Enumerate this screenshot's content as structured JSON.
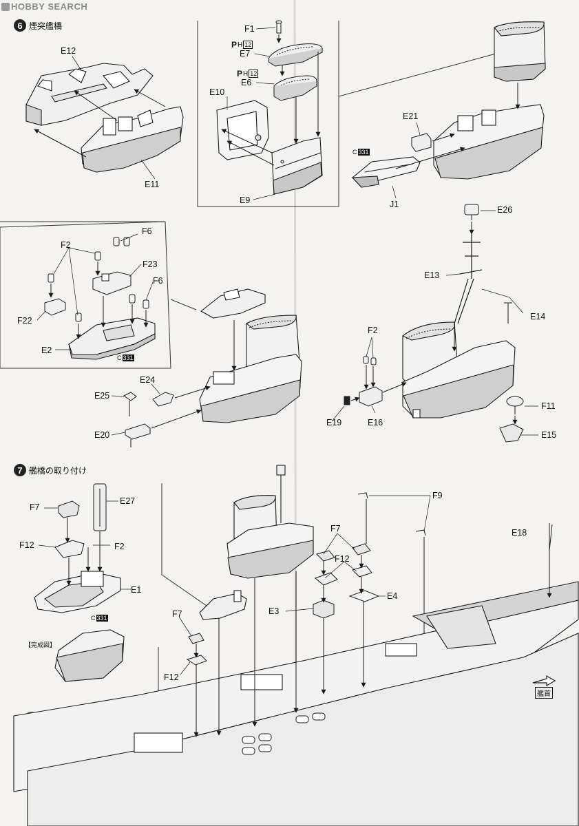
{
  "watermark": "HOBBY SEARCH",
  "steps": [
    {
      "number": "6",
      "title": "煙突艦橋"
    },
    {
      "number": "7",
      "title": "艦橋の取り付け"
    }
  ],
  "part_labels": {
    "e12": "E12",
    "e11": "E11",
    "f1": "F1",
    "e7": "E7",
    "e6": "E6",
    "e10": "E10",
    "e9": "E9",
    "e21": "E21",
    "j1": "J1",
    "f2_a": "F2",
    "f6_a": "F6",
    "f23": "F23",
    "f6_b": "F6",
    "f22": "F22",
    "e2": "E2",
    "e24": "E24",
    "e25": "E25",
    "e20": "E20",
    "e26": "E26",
    "e13": "E13",
    "e14": "E14",
    "f2_b": "F2",
    "e19": "E19",
    "e16": "E16",
    "f11": "F11",
    "e15": "E15",
    "f7_a": "F7",
    "e27": "E27",
    "f12_a": "F12",
    "f2_c": "F2",
    "e1": "E1",
    "f7_b": "F7",
    "f12_b": "F12",
    "e3": "E3",
    "e4": "E4",
    "f9": "F9",
    "e18": "E18",
    "f7_c": "F7",
    "f12_c": "F12"
  },
  "paint_codes": [
    {
      "prefix": "C",
      "code": "331"
    },
    {
      "prefix": "C",
      "code": "331"
    },
    {
      "prefix": "C",
      "code": "331"
    }
  ],
  "ph_marks": [
    {
      "prefix": "P",
      "sub": "H",
      "num": "12"
    },
    {
      "prefix": "P",
      "sub": "H",
      "num": "12"
    }
  ],
  "completed_label": "【完成図】",
  "bow_label": "艦首",
  "colors": {
    "ink": "#1a1a1a",
    "paper": "#f4f3ef",
    "shade": "#cfcfcf",
    "panel": "#e6e6e6"
  }
}
